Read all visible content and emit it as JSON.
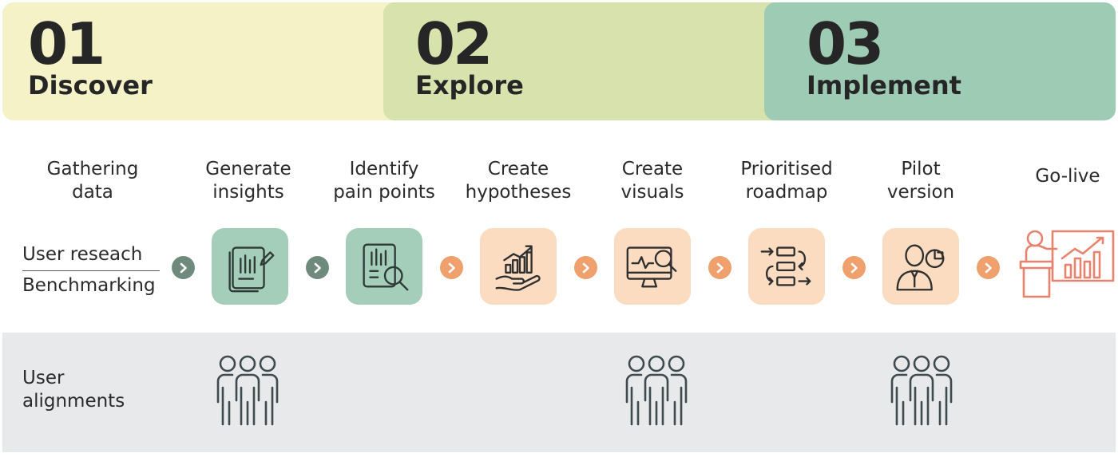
{
  "phases": [
    {
      "number": "01",
      "name": "Discover"
    },
    {
      "number": "02",
      "name": "Explore"
    },
    {
      "number": "03",
      "name": "Implement"
    }
  ],
  "steps": [
    {
      "label": "Gathering\ndata"
    },
    {
      "label": "Generate\ninsights"
    },
    {
      "label": "Identify\npain points"
    },
    {
      "label": "Create\nhypotheses"
    },
    {
      "label": "Create\nvisuals"
    },
    {
      "label": "Prioritised\nroadmap"
    },
    {
      "label": "Pilot\nversion"
    },
    {
      "label": "Go-live"
    }
  ],
  "activities": {
    "first": "User reseach",
    "second": "Benchmarking"
  },
  "alignments": {
    "label": "User\nalignments"
  },
  "colors": {
    "discover": "#f4f2c6",
    "explore": "#d8e2ad",
    "implement": "#9ecbb4",
    "tile_green": "#a4cdba",
    "tile_peach": "#fbdcc0",
    "arrow_gray": "#6f8a7d",
    "arrow_orange": "#efa06c",
    "golive": "#e8826d",
    "band": "#e8e9ea"
  },
  "icons": [
    "document-pen-icon",
    "document-magnifier-icon",
    "hand-growth-chart-icon",
    "monitor-search-icon",
    "roadmap-flow-icon",
    "businessman-chart-icon",
    "presentation-podium-icon",
    "team-people-icon"
  ]
}
